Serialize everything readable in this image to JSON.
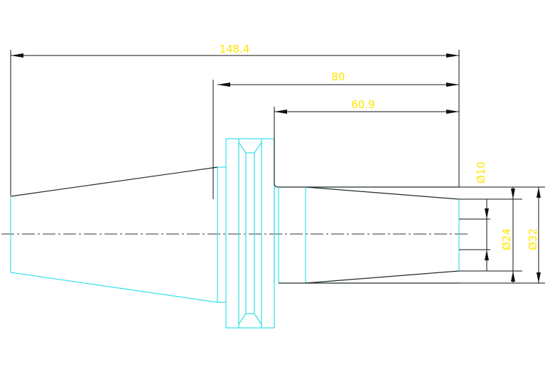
{
  "dimensions": {
    "overall_length": "148.4",
    "flange_to_end": "80",
    "shank_length": "60.9",
    "bore_dia": "Ø10",
    "mid_dia": "Ø24",
    "outer_dia": "Ø32"
  },
  "colors": {
    "outline": "#35e0e6",
    "edge": "#1f2a2a",
    "dimension_text": "#ffe600",
    "dimension_line": "#111111"
  }
}
